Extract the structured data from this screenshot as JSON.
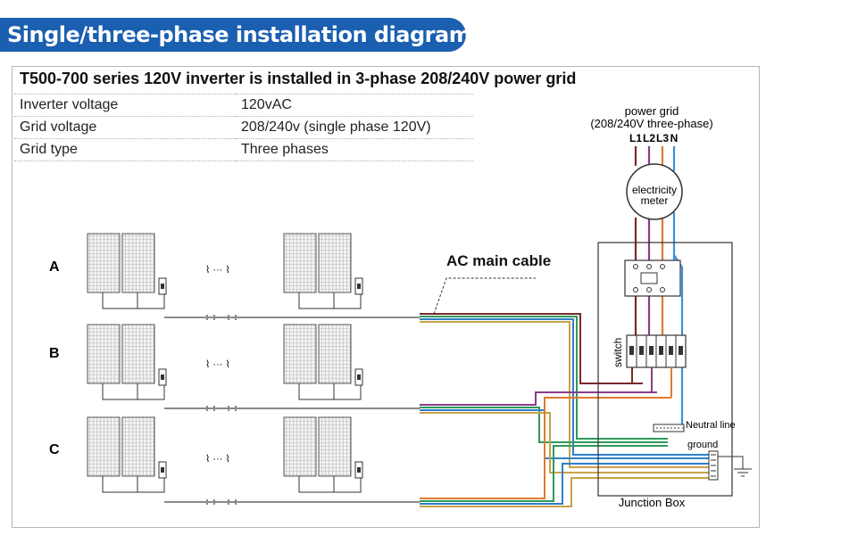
{
  "banner": {
    "title": "Single/three-phase installation diagram"
  },
  "subtitle": "T500-700 series 120V inverter is installed in 3-phase 208/240V power grid",
  "specs": [
    {
      "label": "Inverter voltage",
      "value": "120vAC"
    },
    {
      "label": "Grid voltage",
      "value": "208/240v (single phase 120V)"
    },
    {
      "label": "Grid type",
      "value": "Three phases"
    }
  ],
  "diagram": {
    "row_labels": [
      "A",
      "B",
      "C"
    ],
    "ellipsis": "⌇ ··· ⌇",
    "ac_cable": "AC main cable",
    "grid_line1": "power grid",
    "grid_line2": "(208/240V three-phase)",
    "phases": [
      "L1",
      "L2",
      "L3",
      "N"
    ],
    "meter_line1": "electricity",
    "meter_line2": "meter",
    "switch": "switch",
    "neutral": "Neutral line",
    "ground": "ground",
    "junction_box": "Junction Box"
  },
  "colors": {
    "banner": "#1a5fb0",
    "l1": "#7a2a2a",
    "l2": "#8a3c8a",
    "l3": "#e07a2e",
    "neutral": "#3e8fd8",
    "ground_wire": "#c8a24a",
    "cable_green": "#2e9a5a",
    "cable_blue": "#2f7fc9"
  }
}
